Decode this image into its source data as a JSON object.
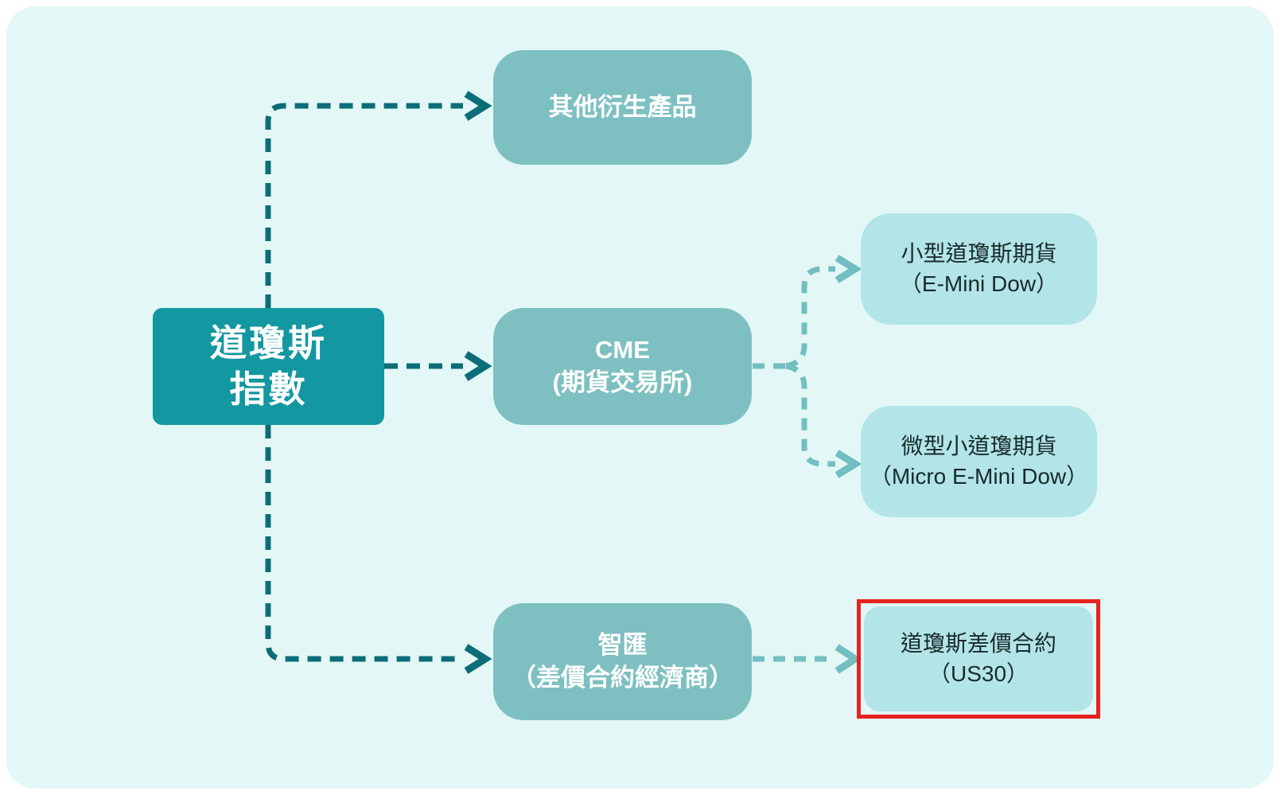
{
  "colors": {
    "page_bg": "#ffffff",
    "panel_bg": "#e3f8f6",
    "node_primary": "#1397a0",
    "node_secondary": "#7ec0c1",
    "node_light": "#b3e5e8",
    "text_on_dark": "#ffffff",
    "text_on_light": "#182a2c",
    "connector_dark": "#0c6d78",
    "connector_light": "#73bec0",
    "highlight_border": "#e6231f"
  },
  "nodes": {
    "root": {
      "lines": [
        "道瓊斯",
        "指數"
      ]
    },
    "other_derivatives": {
      "lines": [
        "其他衍生產品"
      ]
    },
    "cme": {
      "lines": [
        "CME",
        "(期貨交易所)"
      ]
    },
    "cfd_broker": {
      "lines": [
        "智匯",
        "（差價合約經濟商）"
      ]
    },
    "emini_dow": {
      "lines": [
        "小型道瓊斯期貨",
        "（E-Mini Dow）"
      ]
    },
    "micro_emini_dow": {
      "lines": [
        "微型小道瓊期貨",
        "（Micro E-Mini Dow）"
      ]
    },
    "us30_cfd": {
      "lines": [
        "道瓊斯差價合約",
        "（US30）"
      ],
      "highlighted": true
    }
  }
}
